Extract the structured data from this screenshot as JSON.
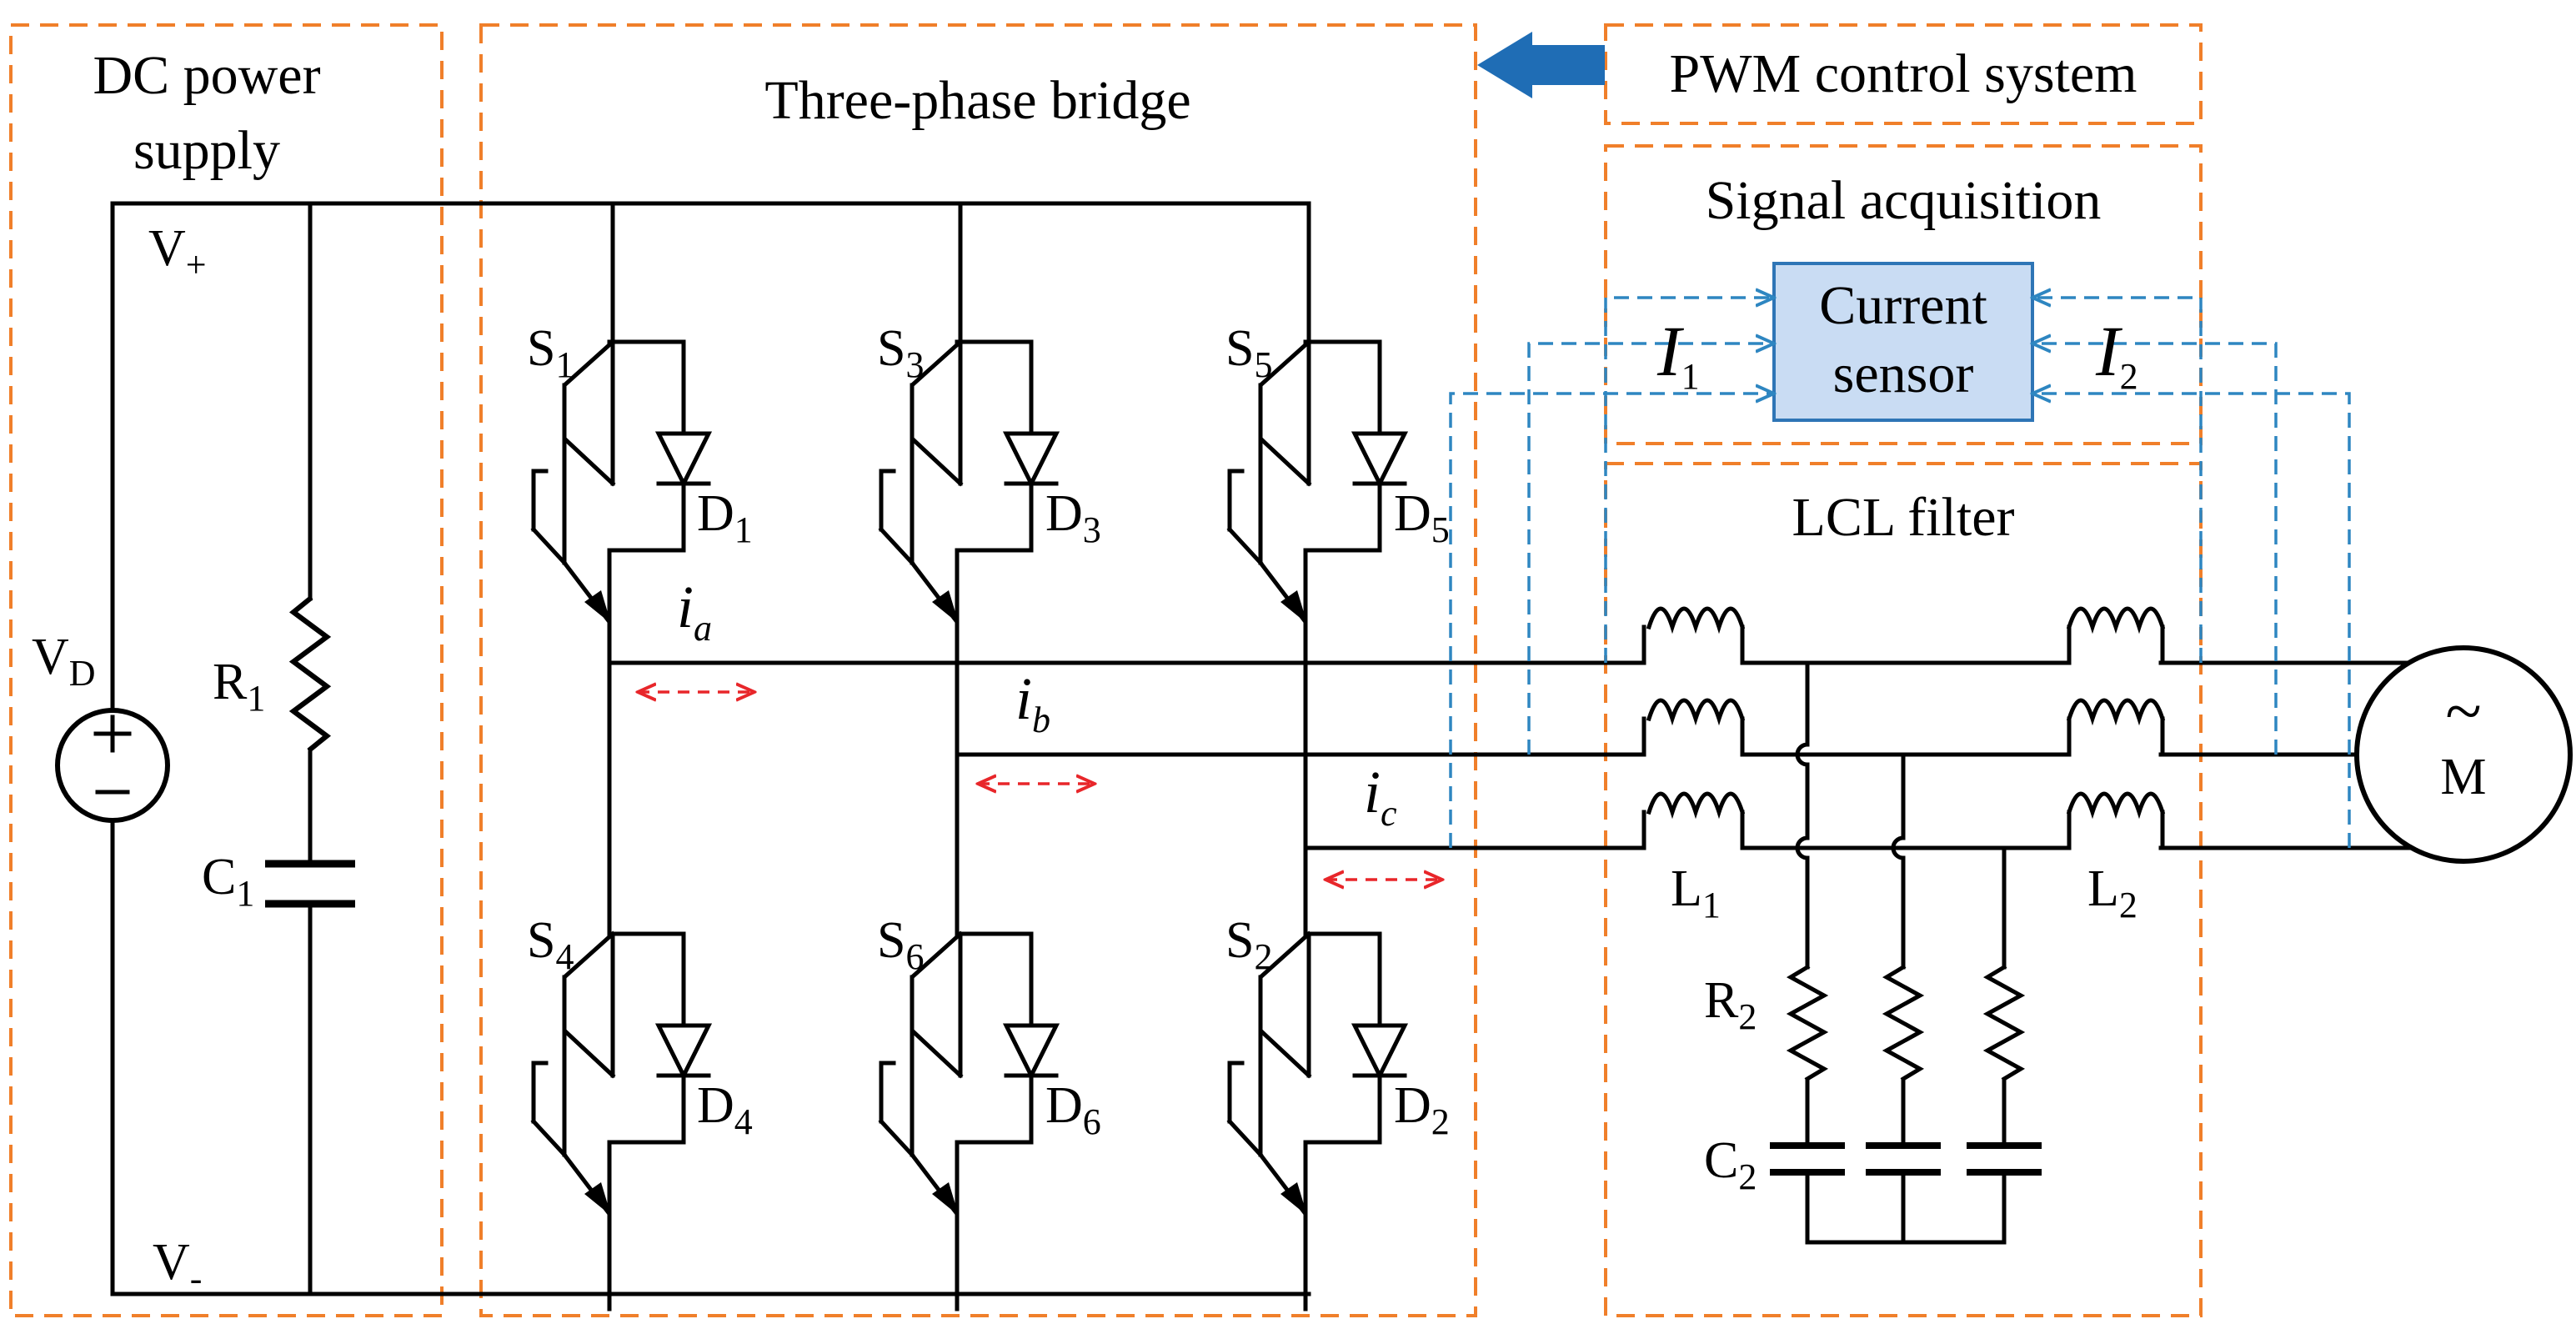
{
  "blocks": {
    "dc_supply": [
      "DC power",
      "supply"
    ],
    "bridge": "Three-phase bridge",
    "pwm": "PWM control system",
    "signal": "Signal acquisition",
    "lcl": "LCL filter",
    "sensor": [
      "Current",
      "sensor"
    ]
  },
  "rails": {
    "vplus": "V",
    "vplus_sub": "+",
    "vminus": "V",
    "vminus_sub": "-"
  },
  "source": {
    "name": "V",
    "sub": "D",
    "plus": "+",
    "minus": "-"
  },
  "dc_parts": {
    "r1": "R",
    "r1_sub": "1",
    "c1": "C",
    "c1_sub": "1"
  },
  "switches": {
    "s1": [
      "S",
      "1"
    ],
    "s3": [
      "S",
      "3"
    ],
    "s5": [
      "S",
      "5"
    ],
    "s4": [
      "S",
      "4"
    ],
    "s6": [
      "S",
      "6"
    ],
    "s2": [
      "S",
      "2"
    ]
  },
  "diodes": {
    "d1": [
      "D",
      "1"
    ],
    "d3": [
      "D",
      "3"
    ],
    "d5": [
      "D",
      "5"
    ],
    "d4": [
      "D",
      "4"
    ],
    "d6": [
      "D",
      "6"
    ],
    "d2": [
      "D",
      "2"
    ]
  },
  "currents": {
    "ia": [
      "i",
      "a"
    ],
    "ib": [
      "i",
      "b"
    ],
    "ic": [
      "i",
      "c"
    ],
    "I1": [
      "I",
      "1"
    ],
    "I2": [
      "I",
      "2"
    ]
  },
  "filter_parts": {
    "l1": [
      "L",
      "1"
    ],
    "l2": [
      "L",
      "2"
    ],
    "r2": [
      "R",
      "2"
    ],
    "c2": [
      "C",
      "2"
    ]
  },
  "motor": {
    "tilde": "~",
    "label": "M"
  },
  "colors": {
    "block_border": "#F07F2A",
    "sensing_lines": "#2E86C1",
    "current_arrows": "#E8262A",
    "sensor_fill": "#C9DCF3",
    "sensor_border": "#2E75B6",
    "pwm_arrow": "#1F6DB5"
  }
}
